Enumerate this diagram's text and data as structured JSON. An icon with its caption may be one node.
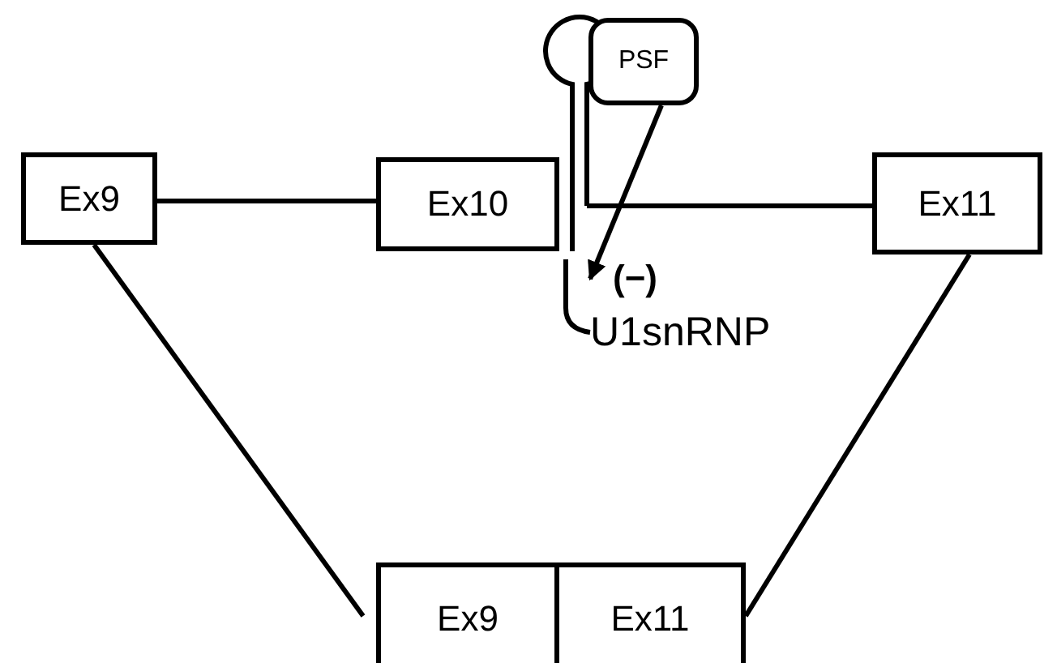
{
  "diagram": {
    "nodes": [
      {
        "text": [
          "Ex9"
        ]
      },
      {
        "text": [
          "Ex10"
        ]
      },
      {
        "text": [
          "Ex11"
        ]
      },
      {
        "text": [
          "PSF"
        ]
      },
      {
        "text": [
          "U1snRNP"
        ]
      },
      {
        "text": [
          "Ex9"
        ]
      },
      {
        "text": [
          "Ex11"
        ]
      }
    ],
    "edges": [
      {
        "from": 0,
        "to": 1,
        "arrow": "none"
      },
      {
        "from": 1,
        "to": 2,
        "arrow": "none"
      },
      {
        "from": 3,
        "to": 4,
        "arrow": "to",
        "label": "(−)"
      },
      {
        "from": 0,
        "to": 5,
        "arrow": "none"
      },
      {
        "from": 2,
        "to": 6,
        "arrow": "none"
      }
    ]
  }
}
